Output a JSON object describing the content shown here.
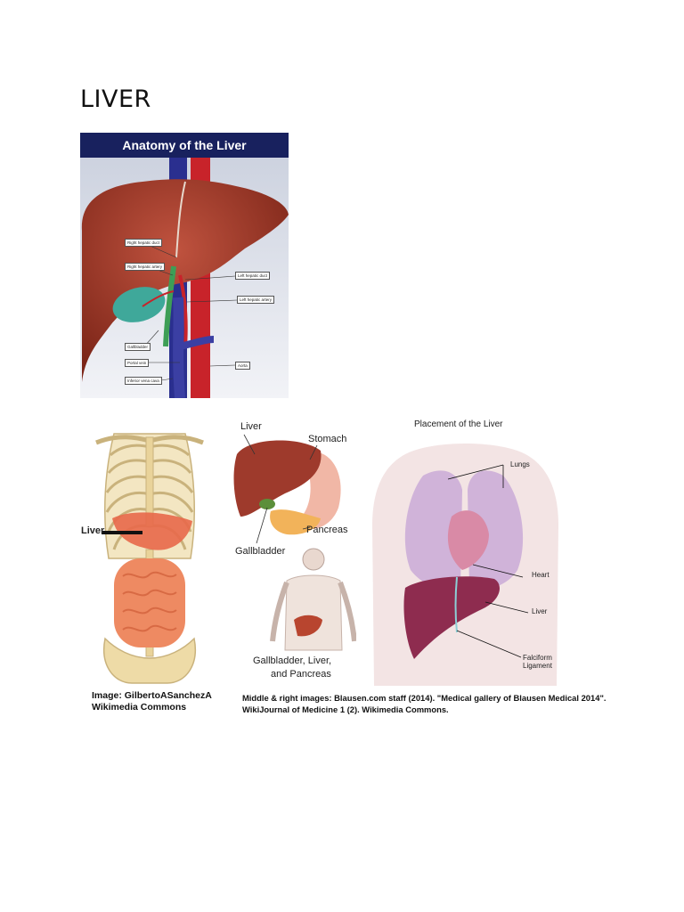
{
  "page": {
    "title": "LIVER"
  },
  "anatomy": {
    "header": "Anatomy of the Liver",
    "labels": {
      "right_hepatic_duct": "Right hepatic duct",
      "right_hepatic_artery": "Right hepatic artery",
      "left_hepatic_duct": "Left hepatic duct",
      "left_hepatic_artery": "Left hepatic artery",
      "gallbladder": "Gallbladder",
      "portal_vein": "Portal vein",
      "inferior_vena_cava": "Inferior vena cava",
      "aorta": "Aorta"
    }
  },
  "torso": {
    "label": "Liver"
  },
  "middle": {
    "labels": {
      "liver": "Liver",
      "stomach": "Stomach",
      "pancreas": "Pancreas",
      "gallbladder": "Gallbladder",
      "caption_line1": "Gallbladder, Liver,",
      "caption_line2": "and Pancreas"
    }
  },
  "placement": {
    "title": "Placement of the Liver",
    "labels": {
      "lungs": "Lungs",
      "heart": "Heart",
      "liver": "Liver",
      "falciform_line1": "Falciform",
      "falciform_line2": "Ligament"
    }
  },
  "captions": {
    "left_line1": "Image: GilbertoASanchezA",
    "left_line2": "Wikimedia Commons",
    "right_line1": "Middle & right images: Blausen.com staff (2014). \"Medical gallery of Blausen Medical 2014\".",
    "right_line2": "WikiJournal of Medicine 1 (2). Wikimedia Commons."
  },
  "colors": {
    "liver": "#9e3a2c",
    "header_bg": "#18215e",
    "aorta": "#c8232a",
    "vena_cava": "#2a2f8f",
    "gallbladder": "#3fa89a",
    "placement_liver": "#8e2c4f",
    "lungs": "#c7a6d6"
  }
}
